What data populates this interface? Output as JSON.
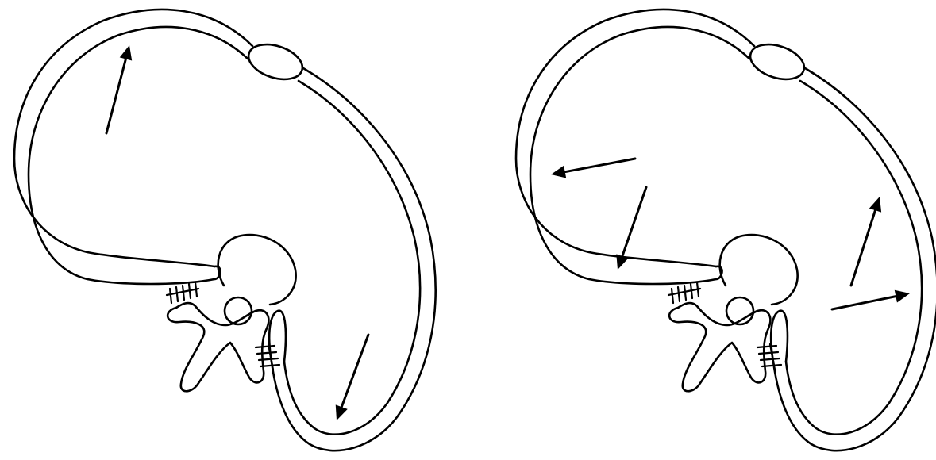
{
  "diagram": {
    "stroke_color": "#000000",
    "background_color": "#ffffff",
    "panels": [
      {
        "id": "left",
        "arrow_count": 2
      },
      {
        "id": "right",
        "arrow_count": 4
      }
    ]
  }
}
